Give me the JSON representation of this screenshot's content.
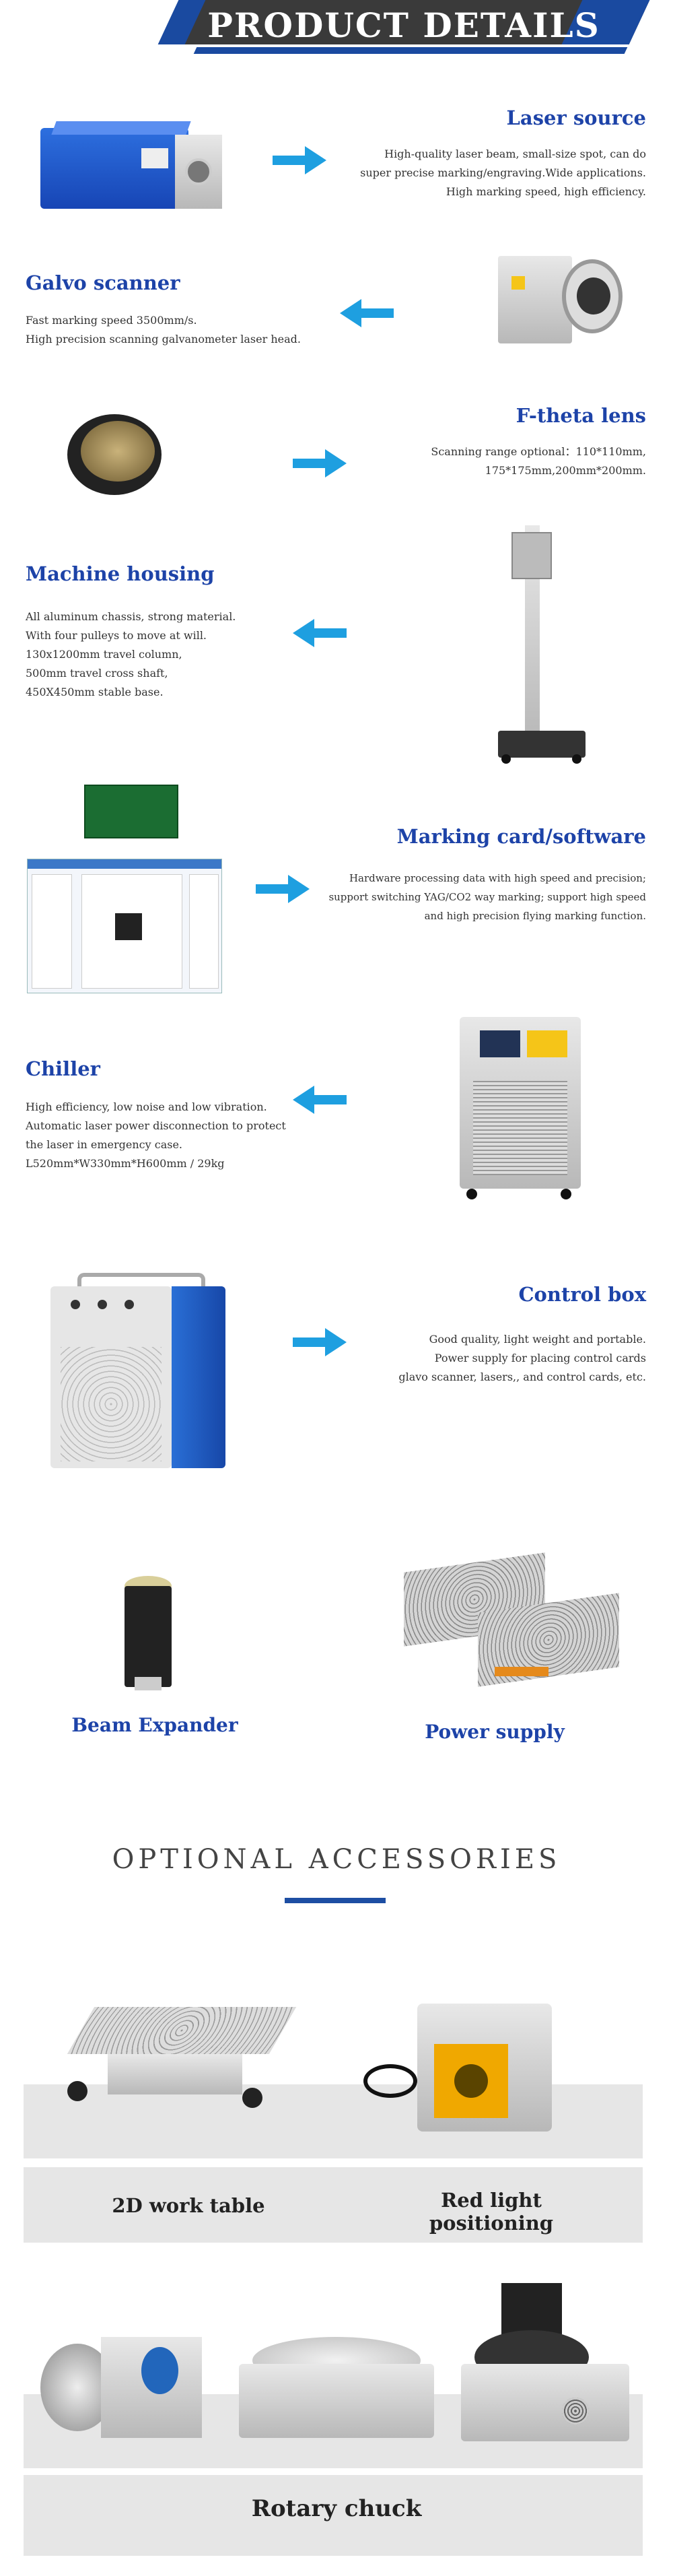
{
  "header": {
    "title": "PRODUCT DETAILS"
  },
  "sections": [
    {
      "title": "Laser source",
      "lines": [
        "High-quality laser beam, small-size spot, can do",
        "super precise marking/engraving.Wide applications.",
        "High marking speed, high efficiency."
      ]
    },
    {
      "title": "Galvo scanner",
      "lines": [
        "Fast marking speed 3500mm/s.",
        "High precision scanning galvanometer laser head."
      ]
    },
    {
      "title": "F-theta lens",
      "lines": [
        "Scanning range optional：110*110mm,",
        "175*175mm,200mm*200mm."
      ]
    },
    {
      "title": "Machine housing",
      "lines": [
        "All aluminum chassis, strong material.",
        "With four pulleys to move at will.",
        "130x1200mm travel column,",
        "500mm travel cross shaft,",
        "450X450mm stable base."
      ]
    },
    {
      "title": "Marking card/software",
      "lines": [
        "Hardware processing data with high speed and precision;",
        "support switching YAG/CO2 way marking; support high speed",
        "and high precision flying marking function."
      ]
    },
    {
      "title": "Chiller",
      "lines": [
        "High efficiency, low noise and low vibration.",
        "Automatic laser power disconnection to protect",
        "the laser in emergency case.",
        "L520mm*W330mm*H600mm / 29kg"
      ]
    },
    {
      "title": "Control box",
      "lines": [
        "Good quality, light weight and portable.",
        "Power supply for placing control cards",
        "glavo scanner, lasers,, and control cards, etc."
      ]
    }
  ],
  "extras": {
    "beam_expander": "Beam Expander",
    "power_supply": "Power supply"
  },
  "accessories": {
    "title": "OPTIONAL ACCESSORIES",
    "work_table": "2D work table",
    "red_light": "Red light positioning",
    "rotary": "Rotary chuck"
  },
  "colors": {
    "brand_blue": "#1d43a8",
    "arrow_blue": "#1e9fe0",
    "banner_dark": "#3a3a3a"
  }
}
